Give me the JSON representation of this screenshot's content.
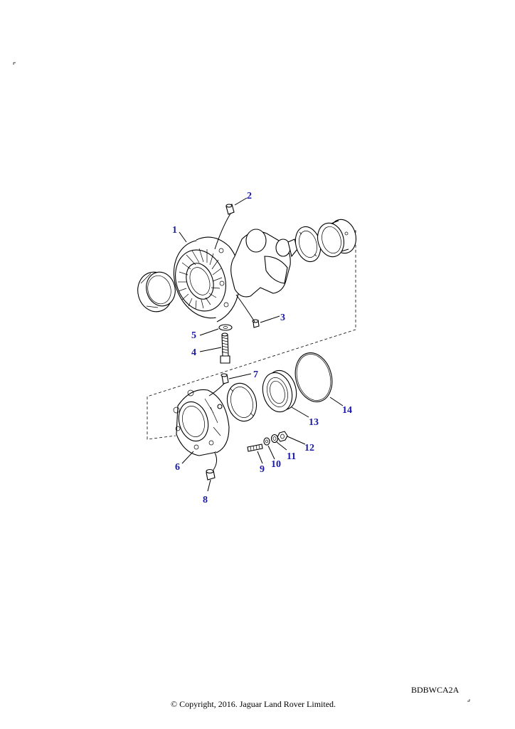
{
  "diagram": {
    "reference_code": "BDBWCA2A",
    "copyright": "© Copyright, 2016. Jaguar Land Rover Limited.",
    "callouts": [
      "1",
      "2",
      "3",
      "4",
      "5",
      "6",
      "7",
      "8",
      "9",
      "10",
      "11",
      "12",
      "13",
      "14"
    ]
  }
}
